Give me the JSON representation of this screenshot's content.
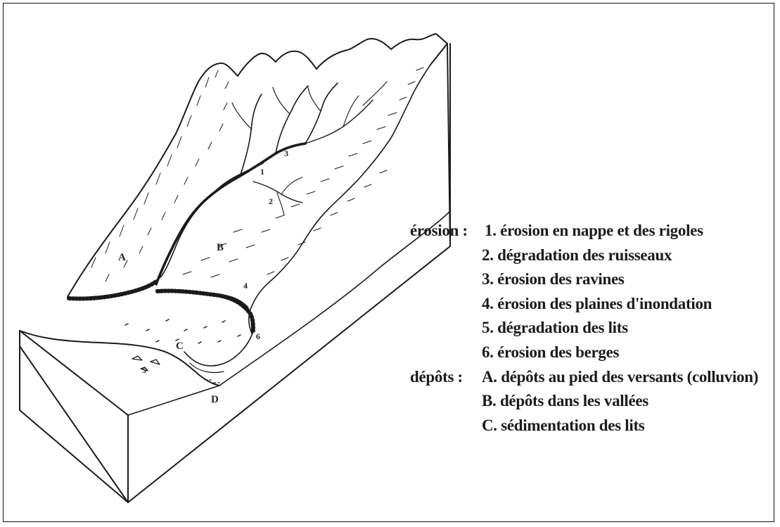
{
  "legend": {
    "erosion_label": "érosion :",
    "erosion_items": [
      "1. érosion en nappe et des rigoles",
      "2. dégradation des ruisseaux",
      "3. érosion des ravines",
      "4. érosion des plaines d'inondation",
      "5. dégradation des lits",
      "6. érosion des berges"
    ],
    "depots_label": "dépôts :",
    "depots_items": [
      "A. dépôts au pied des versants (colluvion)",
      "B. dépôts dans les vallées",
      "C.  sédimentation des lits"
    ]
  },
  "diagram": {
    "labels": {
      "A": "A",
      "B": "B",
      "C": "C",
      "D": "D",
      "n1": "1",
      "n2": "2",
      "n3": "3",
      "n4": "4",
      "n5": "5",
      "n6": "6"
    },
    "colors": {
      "ink": "#1a1a1a",
      "paper": "#ffffff"
    }
  }
}
